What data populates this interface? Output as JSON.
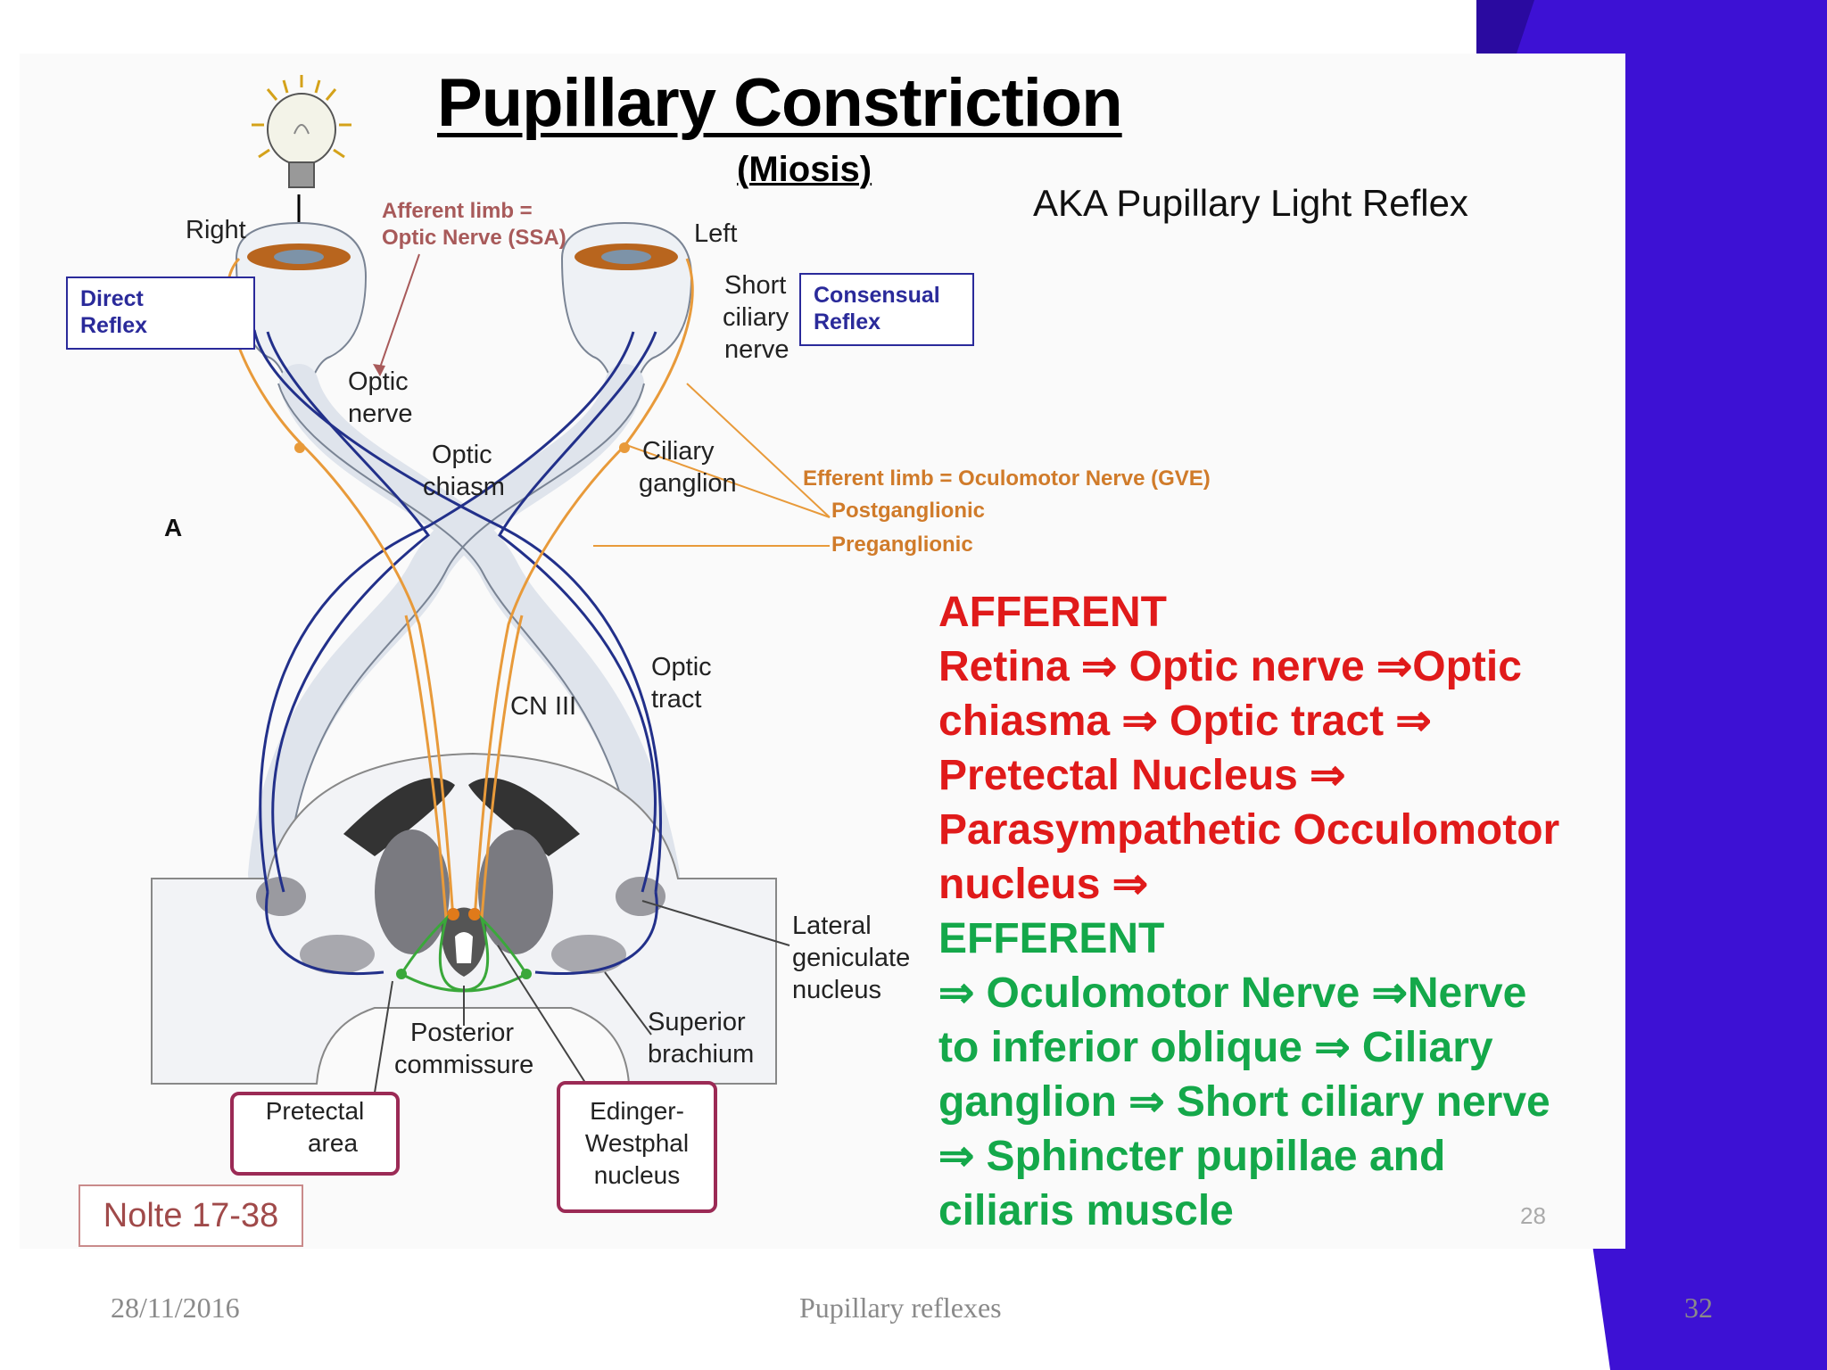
{
  "slide": {
    "title": "Pupillary Constriction",
    "subtitle": "(Miosis)",
    "aka": "AKA Pupillary  Light Reflex",
    "figure_letter": "A",
    "figure_credit": "Nolte 17-38",
    "source_page_number": "28"
  },
  "diagram_labels": {
    "right_eye": "Right",
    "left_eye": "Left",
    "afferent_limb_line1": "Afferent  limb =",
    "afferent_limb_line2": "Optic Nerve (SSA)",
    "direct_reflex_line1": "Direct",
    "direct_reflex_line2": "Reflex",
    "consensual_reflex_line1": "Consensual",
    "consensual_reflex_line2": "Reflex",
    "short_ciliary_line1": "Short",
    "short_ciliary_line2": "ciliary",
    "short_ciliary_line3": "nerve",
    "optic_nerve_line1": "Optic",
    "optic_nerve_line2": "nerve",
    "optic_chiasm_line1": "Optic",
    "optic_chiasm_line2": "chiasm",
    "ciliary_ganglion_line1": "Ciliary",
    "ciliary_ganglion_line2": "ganglion",
    "efferent_limb": "Efferent  limb = Oculomotor  Nerve (GVE)",
    "postganglionic": "Postganglionic",
    "preganglionic": "Preganglionic",
    "optic_tract_line1": "Optic",
    "optic_tract_line2": "tract",
    "cn_iii": "CN III",
    "lateral_geniculate_line1": "Lateral",
    "lateral_geniculate_line2": "geniculate",
    "lateral_geniculate_line3": "nucleus",
    "posterior_commissure_line1": "Posterior",
    "posterior_commissure_line2": "commissure",
    "superior_brachium_line1": "Superior",
    "superior_brachium_line2": "brachium",
    "pretectal_area_line1": "Pretectal",
    "pretectal_area_line2": "area",
    "edinger_line1": "Edinger-",
    "edinger_line2": "Westphal",
    "edinger_line3": "nucleus"
  },
  "pathway_text": {
    "afferent_heading": "AFFERENT",
    "afferent_line1": "Retina ⇒ Optic nerve ⇒Optic",
    "afferent_line2": "chiasma ⇒   Optic tract ⇒",
    "afferent_line3": "Pretectal Nucleus ⇒",
    "afferent_line4": "Parasympathetic Occulomotor",
    "afferent_line5": "nucleus ⇒",
    "efferent_heading": "EFFERENT",
    "efferent_line1": " ⇒ Oculomotor Nerve ⇒Nerve",
    "efferent_line2": "to inferior oblique ⇒   Ciliary",
    "efferent_line3": "ganglion ⇒ Short ciliary nerve",
    "efferent_line4": "⇒ Sphincter pupillae and",
    "efferent_line5": "ciliaris muscle"
  },
  "footer": {
    "date": "28/11/2016",
    "title": "Pupillary reflexes",
    "page_number": "32"
  },
  "colors": {
    "afferent_red": "#e01a1a",
    "efferent_green": "#14a84a",
    "accent_purple": "#3d11d4",
    "nerve_blue": "#22308a",
    "nerve_orange": "#e89a3a"
  }
}
